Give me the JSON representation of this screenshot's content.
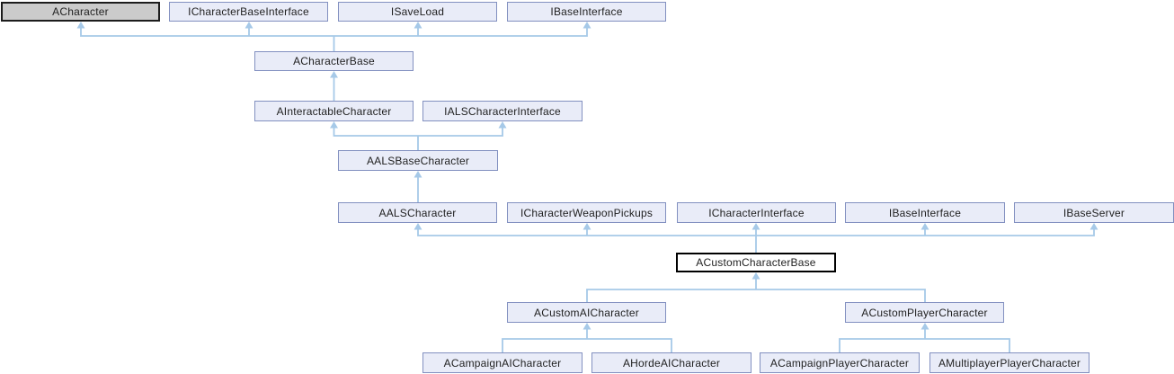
{
  "diagram": {
    "kind": "class-inheritance-graph",
    "colors": {
      "background": "#ffffff",
      "node_fill": "#e9ecf8",
      "node_border": "#8290c0",
      "node_text": "#1f1f1f",
      "external_node_fill": "#cbcbcb",
      "external_node_border": "#1c1c1c",
      "current_node_fill": "#ffffff",
      "current_node_border": "#000000",
      "edge": "#a6c9e8"
    },
    "nodes": [
      {
        "label": "ACharacter",
        "style": "external"
      },
      {
        "label": "ICharacterBaseInterface",
        "style": "class"
      },
      {
        "label": "ISaveLoad",
        "style": "class"
      },
      {
        "label": "IBaseInterface",
        "style": "class"
      },
      {
        "label": "ACharacterBase",
        "style": "class"
      },
      {
        "label": "AInteractableCharacter",
        "style": "class"
      },
      {
        "label": "IALSCharacterInterface",
        "style": "class"
      },
      {
        "label": "AALSBaseCharacter",
        "style": "class"
      },
      {
        "label": "AALSCharacter",
        "style": "class"
      },
      {
        "label": "ICharacterWeaponPickups",
        "style": "class"
      },
      {
        "label": "ICharacterInterface",
        "style": "class"
      },
      {
        "label": "IBaseInterface",
        "style": "class"
      },
      {
        "label": "IBaseServer",
        "style": "class"
      },
      {
        "label": "ACustomCharacterBase",
        "style": "current"
      },
      {
        "label": "ACustomAICharacter",
        "style": "class"
      },
      {
        "label": "ACustomPlayerCharacter",
        "style": "class"
      },
      {
        "label": "ACampaignAICharacter",
        "style": "class"
      },
      {
        "label": "AHordeAICharacter",
        "style": "class"
      },
      {
        "label": "ACampaignPlayerCharacter",
        "style": "class"
      },
      {
        "label": "AMultiplayerPlayerCharacter",
        "style": "class"
      }
    ],
    "edges": [
      {
        "from": "ACharacterBase",
        "to": "ACharacter"
      },
      {
        "from": "ACharacterBase",
        "to": "ICharacterBaseInterface"
      },
      {
        "from": "ACharacterBase",
        "to": "ISaveLoad"
      },
      {
        "from": "ACharacterBase",
        "to": "IBaseInterface"
      },
      {
        "from": "AInteractableCharacter",
        "to": "ACharacterBase"
      },
      {
        "from": "AALSBaseCharacter",
        "to": "AInteractableCharacter"
      },
      {
        "from": "AALSBaseCharacter",
        "to": "IALSCharacterInterface"
      },
      {
        "from": "AALSCharacter",
        "to": "AALSBaseCharacter"
      },
      {
        "from": "ACustomCharacterBase",
        "to": "AALSCharacter"
      },
      {
        "from": "ACustomCharacterBase",
        "to": "ICharacterWeaponPickups"
      },
      {
        "from": "ACustomCharacterBase",
        "to": "ICharacterInterface"
      },
      {
        "from": "ACustomCharacterBase",
        "to": "IBaseInterface"
      },
      {
        "from": "ACustomCharacterBase",
        "to": "IBaseServer"
      },
      {
        "from": "ACustomAICharacter",
        "to": "ACustomCharacterBase"
      },
      {
        "from": "ACustomPlayerCharacter",
        "to": "ACustomCharacterBase"
      },
      {
        "from": "ACampaignAICharacter",
        "to": "ACustomAICharacter"
      },
      {
        "from": "AHordeAICharacter",
        "to": "ACustomAICharacter"
      },
      {
        "from": "ACampaignPlayerCharacter",
        "to": "ACustomPlayerCharacter"
      },
      {
        "from": "AMultiplayerPlayerCharacter",
        "to": "ACustomPlayerCharacter"
      }
    ]
  }
}
